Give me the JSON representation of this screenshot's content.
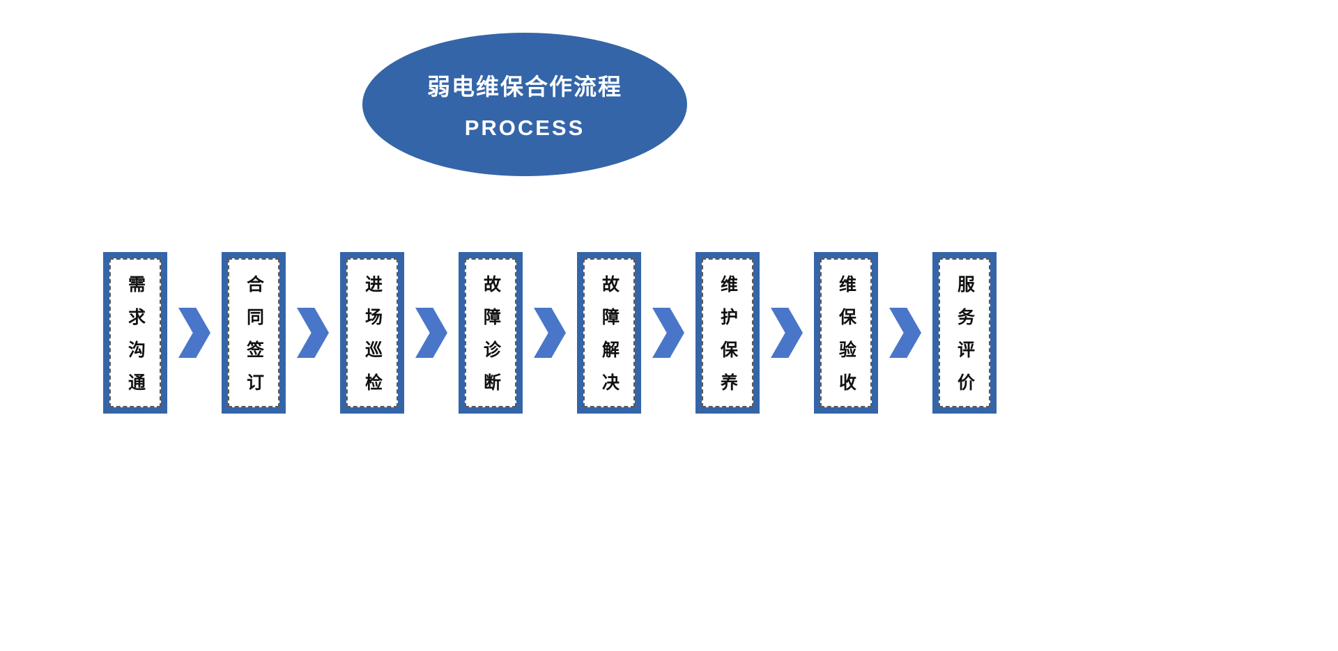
{
  "title": {
    "line1": "弱电维保合作流程",
    "line2": "PROCESS"
  },
  "colors": {
    "primary": "#3465a8",
    "chevron": "#4a76c9",
    "text": "#111111",
    "bg": "#ffffff"
  },
  "steps": [
    {
      "label": "需求沟通"
    },
    {
      "label": "合同签订"
    },
    {
      "label": "进场巡检"
    },
    {
      "label": "故障诊断"
    },
    {
      "label": "故障解决"
    },
    {
      "label": "维护保养"
    },
    {
      "label": "维保验收"
    },
    {
      "label": "服务评价"
    }
  ]
}
